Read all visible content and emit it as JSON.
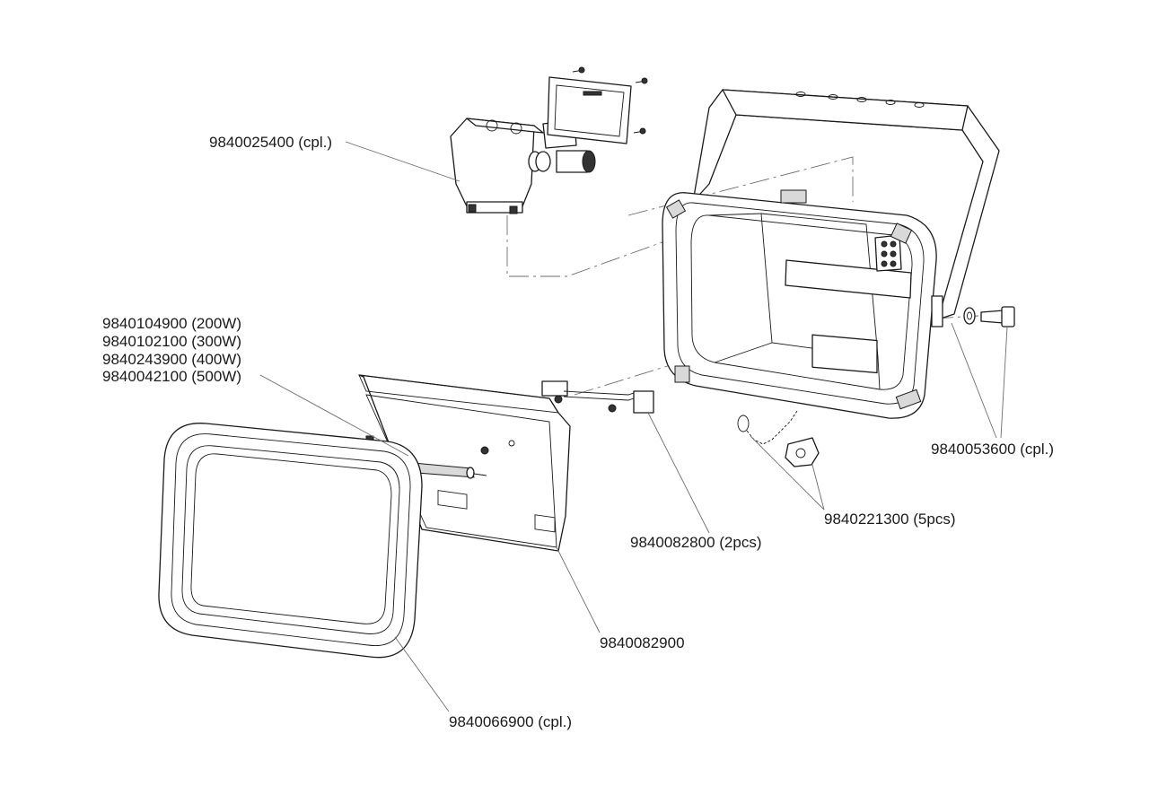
{
  "labels": {
    "terminal_box": "9840025400 (cpl.)",
    "lamp_200w": "9840104900 (200W)",
    "lamp_300w": "9840102100 (300W)",
    "lamp_400w": "9840243900 (400W)",
    "lamp_500w": "9840042100 (500W)",
    "bracket_bolt": "9840053600 (cpl.)",
    "clip": "9840221300 (5pcs)",
    "lamp_holder": "9840082800 (2pcs)",
    "reflector": "9840082900",
    "front_frame": "9840066900 (cpl.)"
  }
}
